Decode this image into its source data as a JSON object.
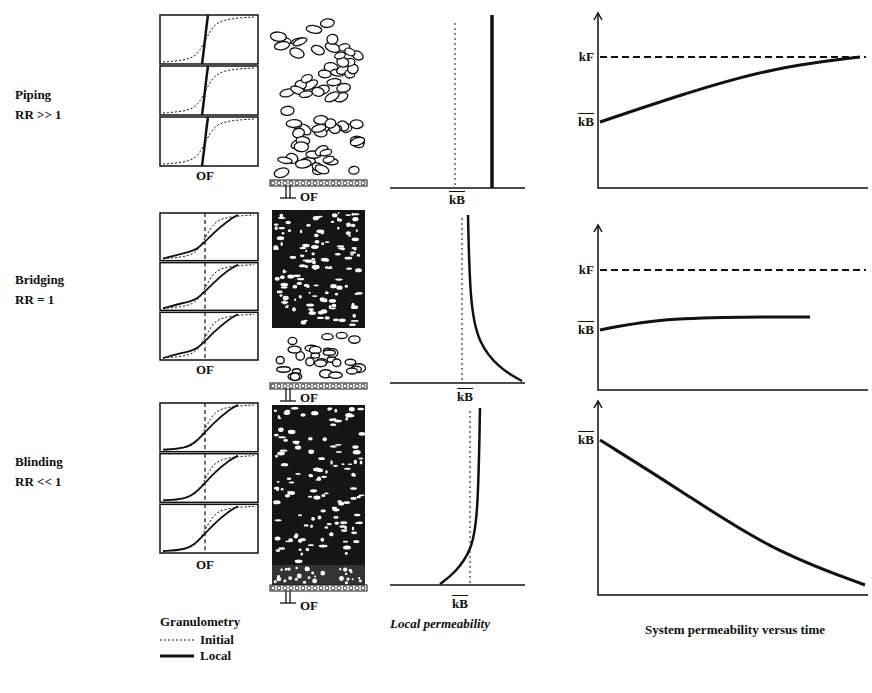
{
  "diagram": {
    "labels": [
      "Piping",
      "RR >> 1",
      "OF",
      "OF",
      "kB",
      "kF",
      "kB",
      "Bridging",
      "RR = 1",
      "OF",
      "OF",
      "kB",
      "kF",
      "kB",
      "Blinding",
      "RR << 1",
      "OF",
      "OF",
      "kB",
      "kB",
      "Granulometry",
      "Local permeability",
      "System permeability versus time"
    ],
    "legend": [
      {
        "text": "Initial"
      },
      {
        "text": "Local"
      }
    ]
  }
}
